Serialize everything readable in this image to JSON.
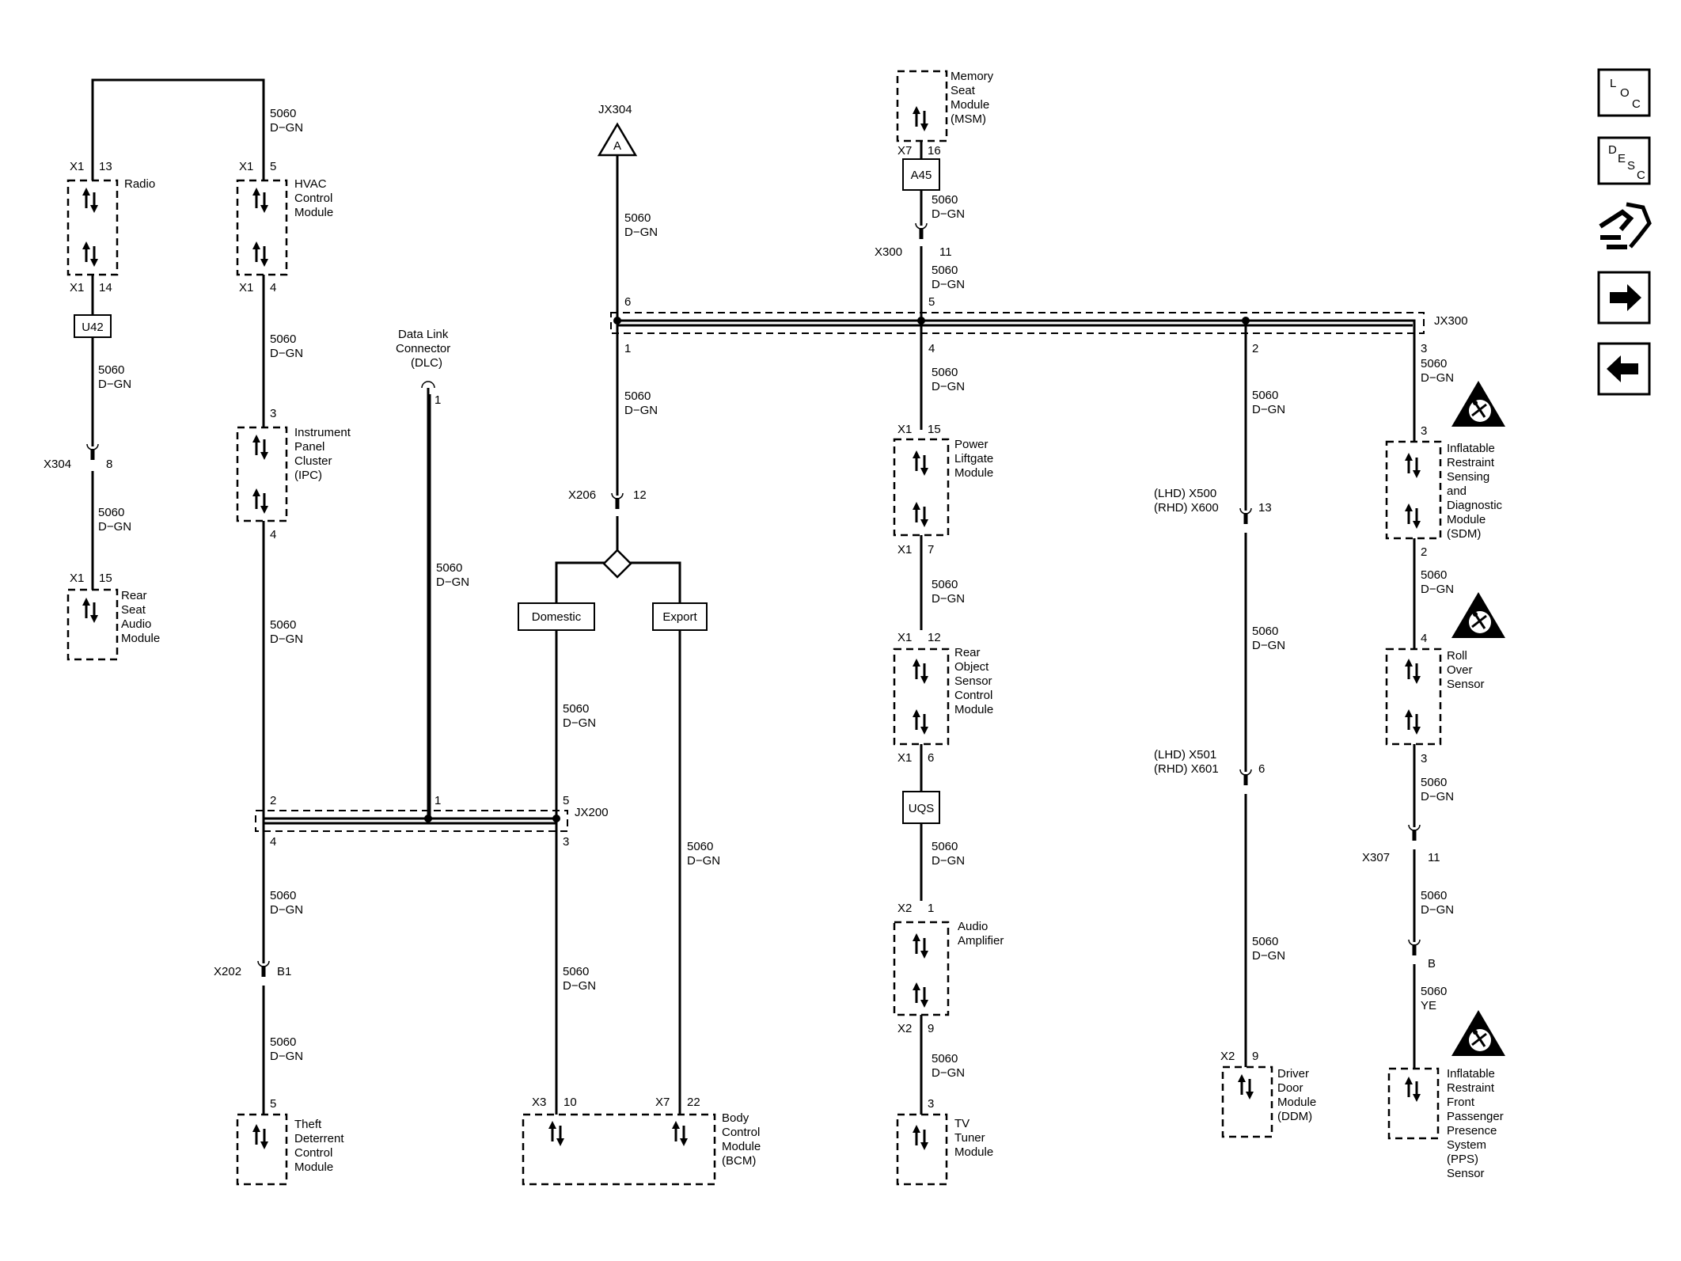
{
  "wire": {
    "circuit": "5060",
    "color": "D−GN",
    "color_ye": "YE"
  },
  "modules": {
    "radio": "Radio",
    "hvac": [
      "HVAC",
      "Control",
      "Module"
    ],
    "ipc": [
      "Instrument",
      "Panel",
      "Cluster",
      "(IPC)"
    ],
    "rsa": [
      "Rear",
      "Seat",
      "Audio",
      "Module"
    ],
    "dlc": [
      "Data Link",
      "Connector",
      "(DLC)"
    ],
    "theft": [
      "Theft",
      "Deterrent",
      "Control",
      "Module"
    ],
    "bcm": [
      "Body",
      "Control",
      "Module",
      "(BCM)"
    ],
    "msm": [
      "Memory",
      "Seat",
      "Module",
      "(MSM)"
    ],
    "plg": [
      "Power",
      "Liftgate",
      "Module"
    ],
    "rosm": [
      "Rear",
      "Object",
      "Sensor",
      "Control",
      "Module"
    ],
    "amp": [
      "Audio",
      "Amplifier"
    ],
    "tv": [
      "TV",
      "Tuner",
      "Module"
    ],
    "ddm": [
      "Driver",
      "Door",
      "Module",
      "(DDM)"
    ],
    "sdm": [
      "Inflatable",
      "Restraint",
      "Sensing",
      "and",
      "Diagnostic",
      "Module",
      "(SDM)"
    ],
    "ros": [
      "Roll",
      "Over",
      "Sensor"
    ],
    "pps": [
      "Inflatable",
      "Restraint",
      "Front",
      "Passenger",
      "Presence",
      "System",
      "(PPS)",
      "Sensor"
    ]
  },
  "options": {
    "u42": "U42",
    "a45": "A45",
    "uqs": "UQS",
    "domestic": "Domestic",
    "export": "Export"
  },
  "splices": {
    "jx304": "JX304",
    "jx304_tag": "A",
    "jx300": "JX300",
    "jx200": "JX200"
  },
  "connectors": {
    "x1": "X1",
    "x2": "X2",
    "x3": "X3",
    "x7": "X7",
    "x304": "X304",
    "x202": "X202",
    "x206": "X206",
    "x300": "X300",
    "x307": "X307",
    "x500": "(LHD) X500",
    "x600": "(RHD) X600",
    "x501": "(LHD) X501",
    "x601": "(RHD) X601"
  },
  "pins": {
    "p1": "1",
    "p2": "2",
    "p3": "3",
    "p4": "4",
    "p5": "5",
    "p6": "6",
    "p7": "7",
    "p8": "8",
    "p9": "9",
    "p10": "10",
    "p11": "11",
    "p12": "12",
    "p13": "13",
    "p14": "14",
    "p15": "15",
    "p16": "16",
    "p22": "22",
    "pB": "B",
    "pB1": "B1"
  },
  "nav": {
    "loc": [
      "L",
      "O",
      "C"
    ],
    "desc": [
      "D",
      "E",
      "S",
      "C"
    ],
    "icons": [
      "loc-button",
      "desc-button",
      "connector-tool-icon",
      "next-arrow-icon",
      "previous-arrow-icon"
    ]
  }
}
